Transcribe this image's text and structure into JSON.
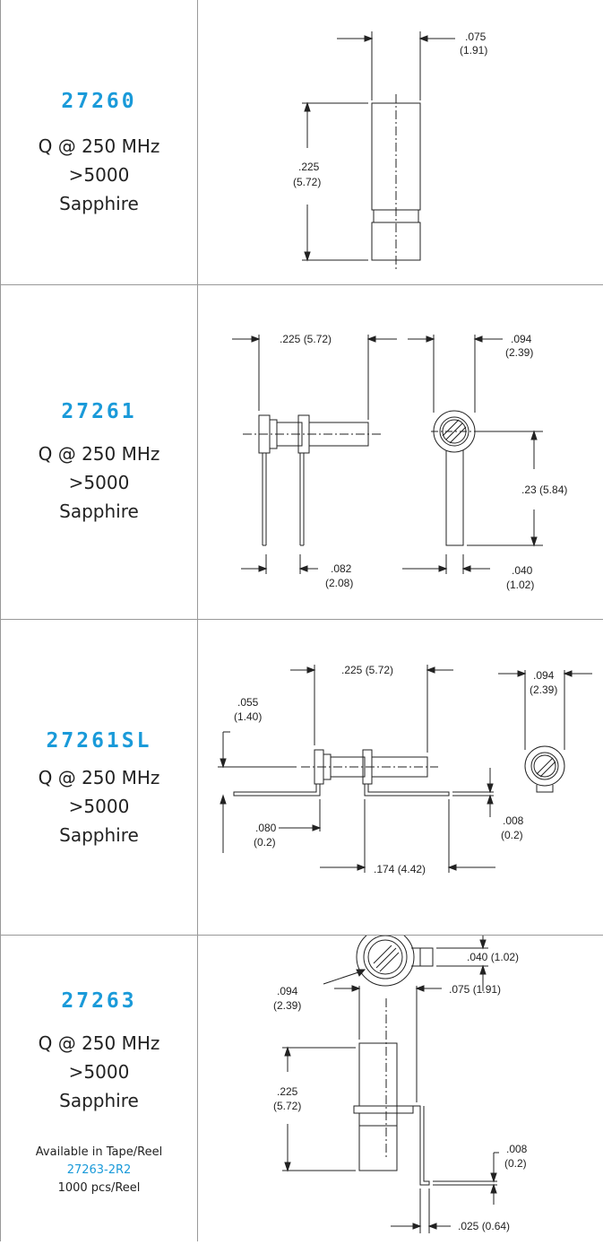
{
  "rows": [
    {
      "part_number": "27260",
      "q_label": "Q @ 250 MHz",
      "q_value": ">5000",
      "material": "Sapphire",
      "dims": {
        "d1": ".075",
        "d1m": "(1.91)",
        "d2": ".225",
        "d2m": "(5.72)"
      }
    },
    {
      "part_number": "27261",
      "q_label": "Q @ 250 MHz",
      "q_value": ">5000",
      "material": "Sapphire",
      "dims": {
        "len": ".225 (5.72)",
        "dia": ".094",
        "diam": "(2.39)",
        "h": ".23 (5.84)",
        "pin": ".082",
        "pinm": "(2.08)",
        "tab": ".040",
        "tabm": "(1.02)"
      }
    },
    {
      "part_number": "27261SL",
      "q_label": "Q @ 250 MHz",
      "q_value": ">5000",
      "material": "Sapphire",
      "dims": {
        "len": ".225 (5.72)",
        "off": ".055",
        "offm": "(1.40)",
        "dia": ".094",
        "diam": "(2.39)",
        "lead": ".080",
        "leadm": "(0.2)",
        "span": ".174 (4.42)",
        "thk": ".008",
        "thkm": "(0.2)"
      }
    },
    {
      "part_number": "27263",
      "q_label": "Q @ 250 MHz",
      "q_value": ">5000",
      "material": "Sapphire",
      "dims": {
        "tab": ".040 (1.02)",
        "dia": ".094",
        "diam": "(2.39)",
        "w": ".075 (1.91)",
        "h": ".225",
        "hm": "(5.72)",
        "thk": ".008",
        "thkm": "(0.2)",
        "gap": ".025 (0.64)"
      },
      "availability": {
        "line1": "Available in Tape/Reel",
        "code": "27263-2R2",
        "line3": "1000 pcs/Reel"
      }
    }
  ]
}
